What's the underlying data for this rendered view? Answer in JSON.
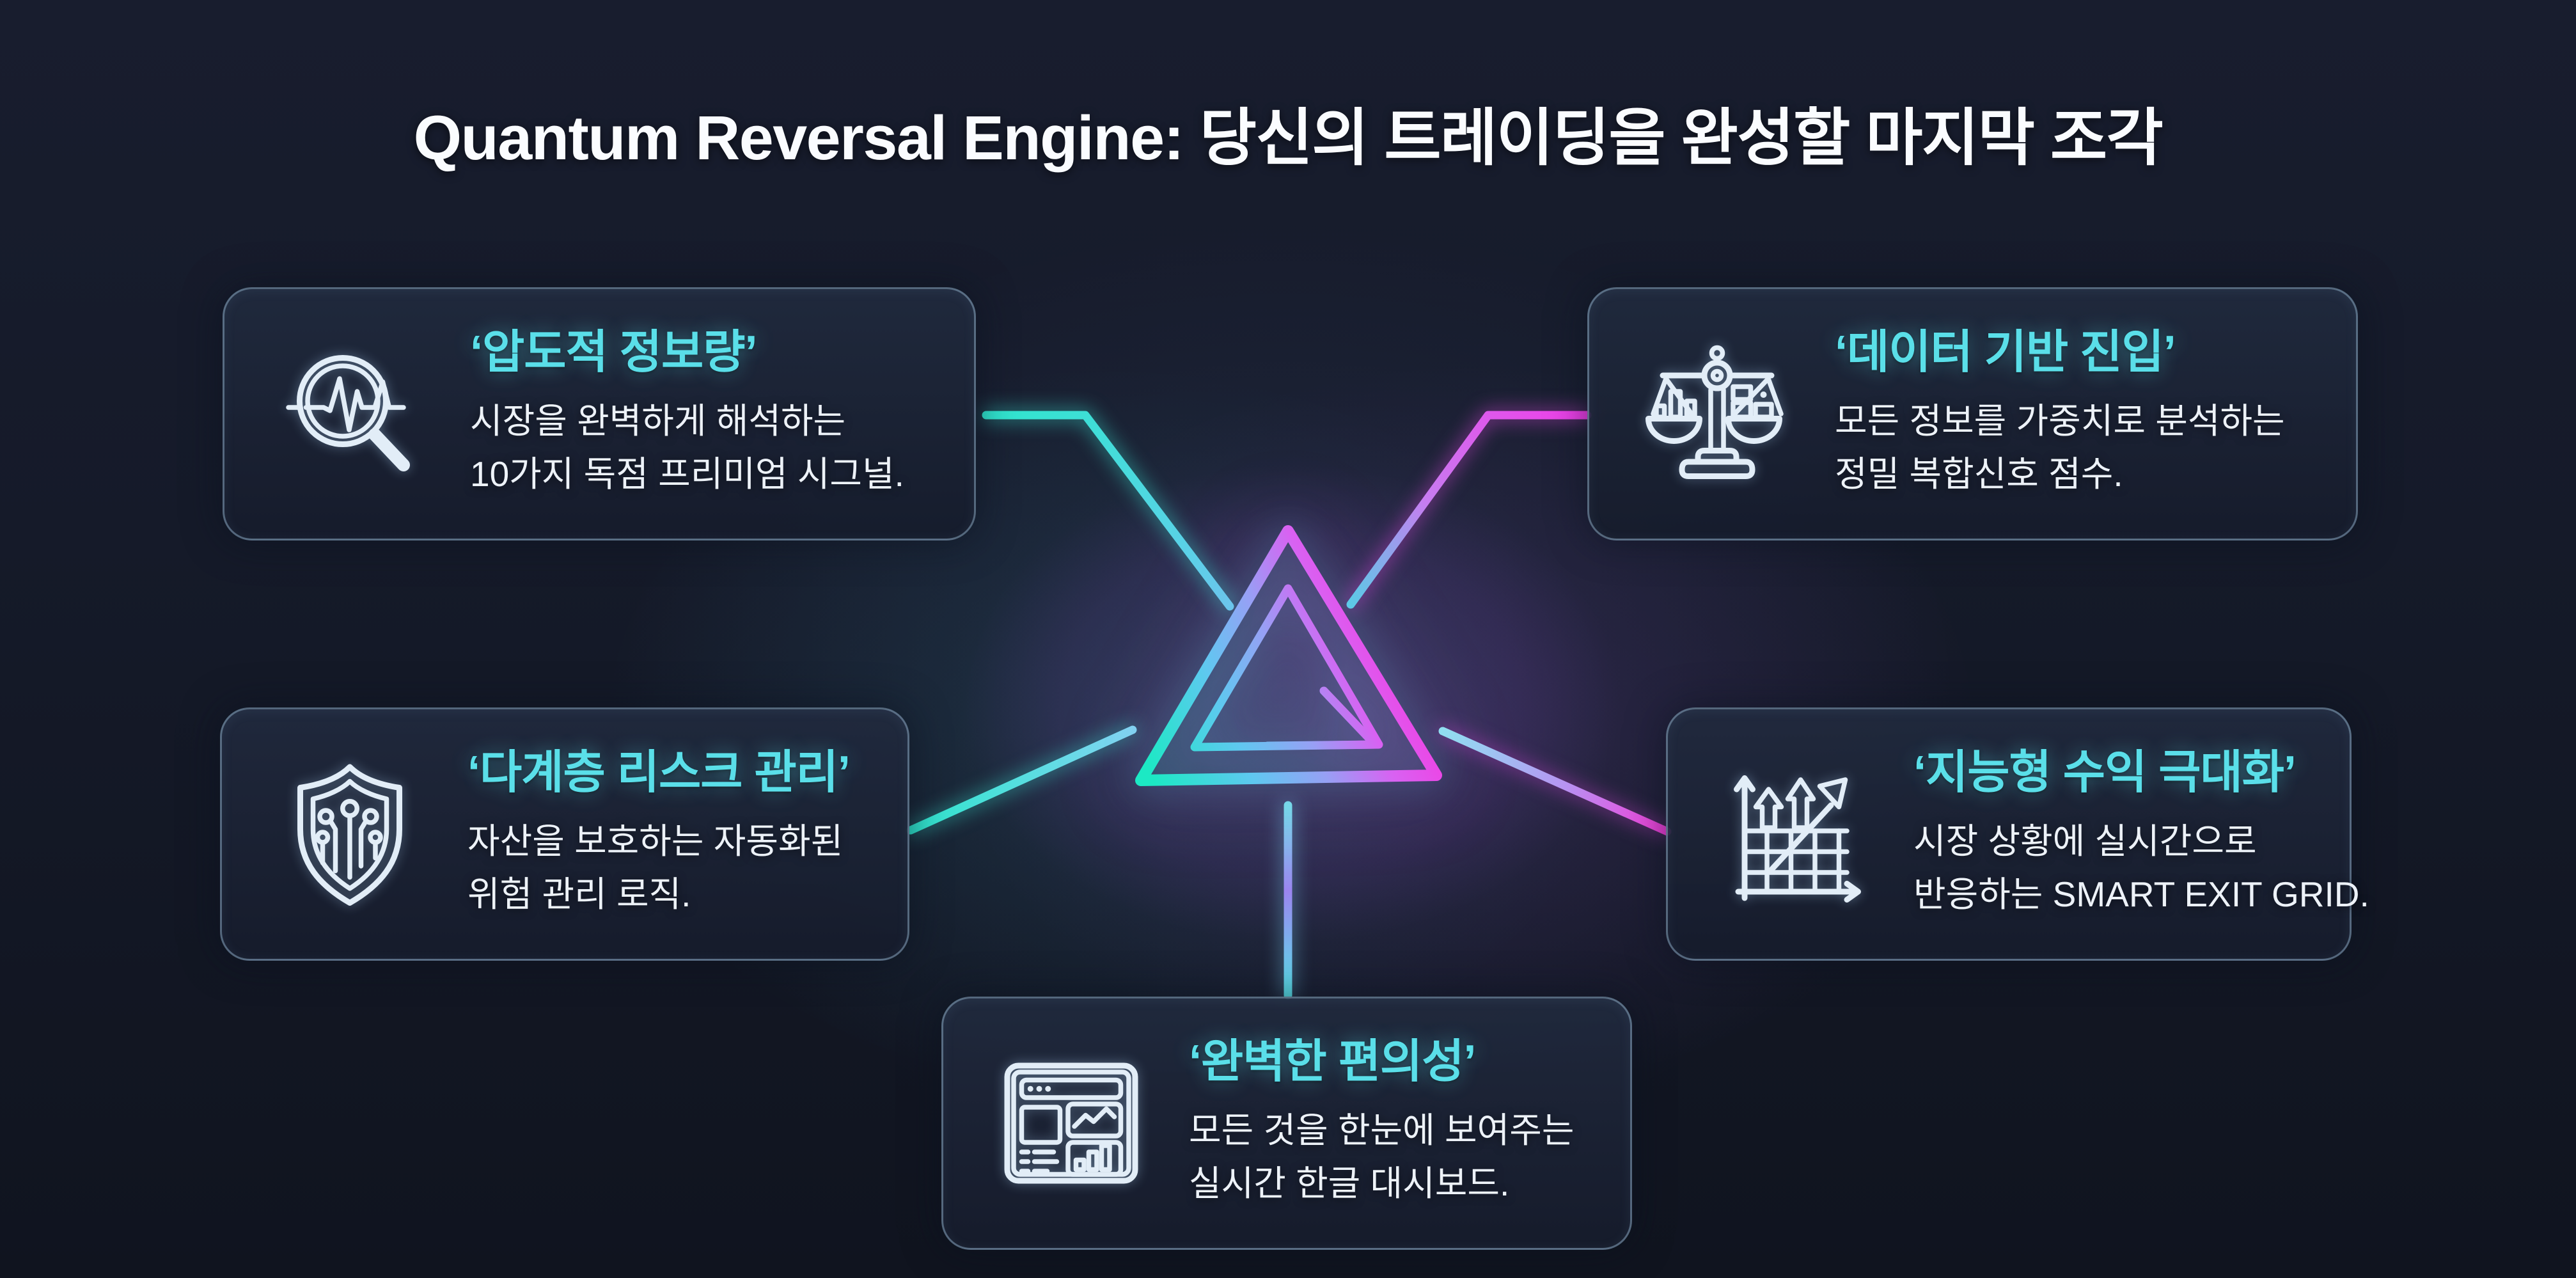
{
  "page": {
    "title": "Quantum Reversal Engine: 당신의 트레이딩을 완성할 마지막 조각",
    "background_color": "#151a29",
    "accent_cyan": "#5adfe9",
    "accent_magenta": "#ef3ce8",
    "card_border_color": "rgba(148,180,205,0.5)",
    "body_text_color": "#edf2f8"
  },
  "cards": [
    {
      "id": "signals",
      "icon": "magnifier-pulse-icon",
      "title": "‘압도적 정보량’",
      "lines": [
        "시장을 완벽하게 해석하는",
        "10가지 독점 프리미엄 시그널."
      ]
    },
    {
      "id": "entry",
      "icon": "balance-scale-icon",
      "title": "‘데이터 기반 진입’",
      "lines": [
        "모든 정보를 가중치로 분석하는",
        "정밀 복합신호 점수."
      ]
    },
    {
      "id": "risk",
      "icon": "shield-circuit-icon",
      "title": "‘다계층 리스크 관리’",
      "lines": [
        "자산을 보호하는 자동화된",
        "위험 관리 로직."
      ]
    },
    {
      "id": "profit",
      "icon": "growth-chart-icon",
      "title": "‘지능형 수익 극대화’",
      "lines": [
        "시장 상황에 실시간으로",
        "반응하는 SMART EXIT GRID."
      ]
    },
    {
      "id": "dashboard",
      "icon": "dashboard-window-icon",
      "title": "‘완벽한 편의성’",
      "lines": [
        "모든 것을 한눈에 보여주는",
        "실시간 한글 대시보드."
      ]
    }
  ],
  "logo": {
    "name": "quantum-triangle-logo",
    "gradient": [
      "#1ce9c4",
      "#5fc8f0",
      "#97a0f5",
      "#d862f2",
      "#fb30dc"
    ]
  },
  "connectors": {
    "cyan": "#2fe5cd",
    "cyan_light": "#7fd7f2",
    "magenta": "#f03ce8",
    "violet": "#9b85f0"
  }
}
